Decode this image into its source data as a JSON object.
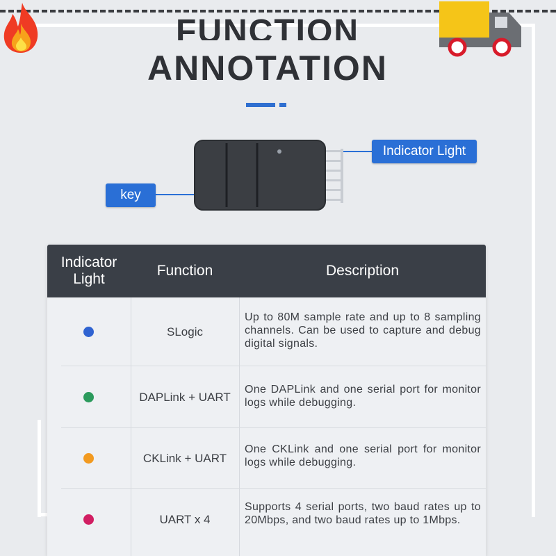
{
  "title": {
    "line1": "FUNCTION",
    "line2": "ANNOTATION"
  },
  "callouts": {
    "indicator": "Indicator Light",
    "key": "key"
  },
  "table": {
    "headers": {
      "indicator": "Indicator Light",
      "function": "Function",
      "description": "Description"
    },
    "rows": [
      {
        "color": "#2f63d1",
        "function": "SLogic",
        "description": "Up to 80M sample rate and up to 8 sampling channels. Can be used to capture and debug digital signals."
      },
      {
        "color": "#2b9a5c",
        "function": "DAPLink + UART",
        "description": "One DAPLink and one serial port for monitor logs while debugging."
      },
      {
        "color": "#f29a20",
        "function": "CKLink + UART",
        "description": "One CKLink and one serial port for monitor logs while debugging."
      },
      {
        "color": "#d11e62",
        "function": "UART x 4",
        "description": "Supports 4 serial ports, two baud rates up to 20Mbps, and two baud rates up to 1Mbps."
      }
    ]
  },
  "icons": {
    "fire": "fire-icon",
    "truck": "delivery-truck-icon"
  },
  "colors": {
    "accent": "#2a6fd6",
    "header_bg": "#3a3f47",
    "text": "#2f3136"
  }
}
